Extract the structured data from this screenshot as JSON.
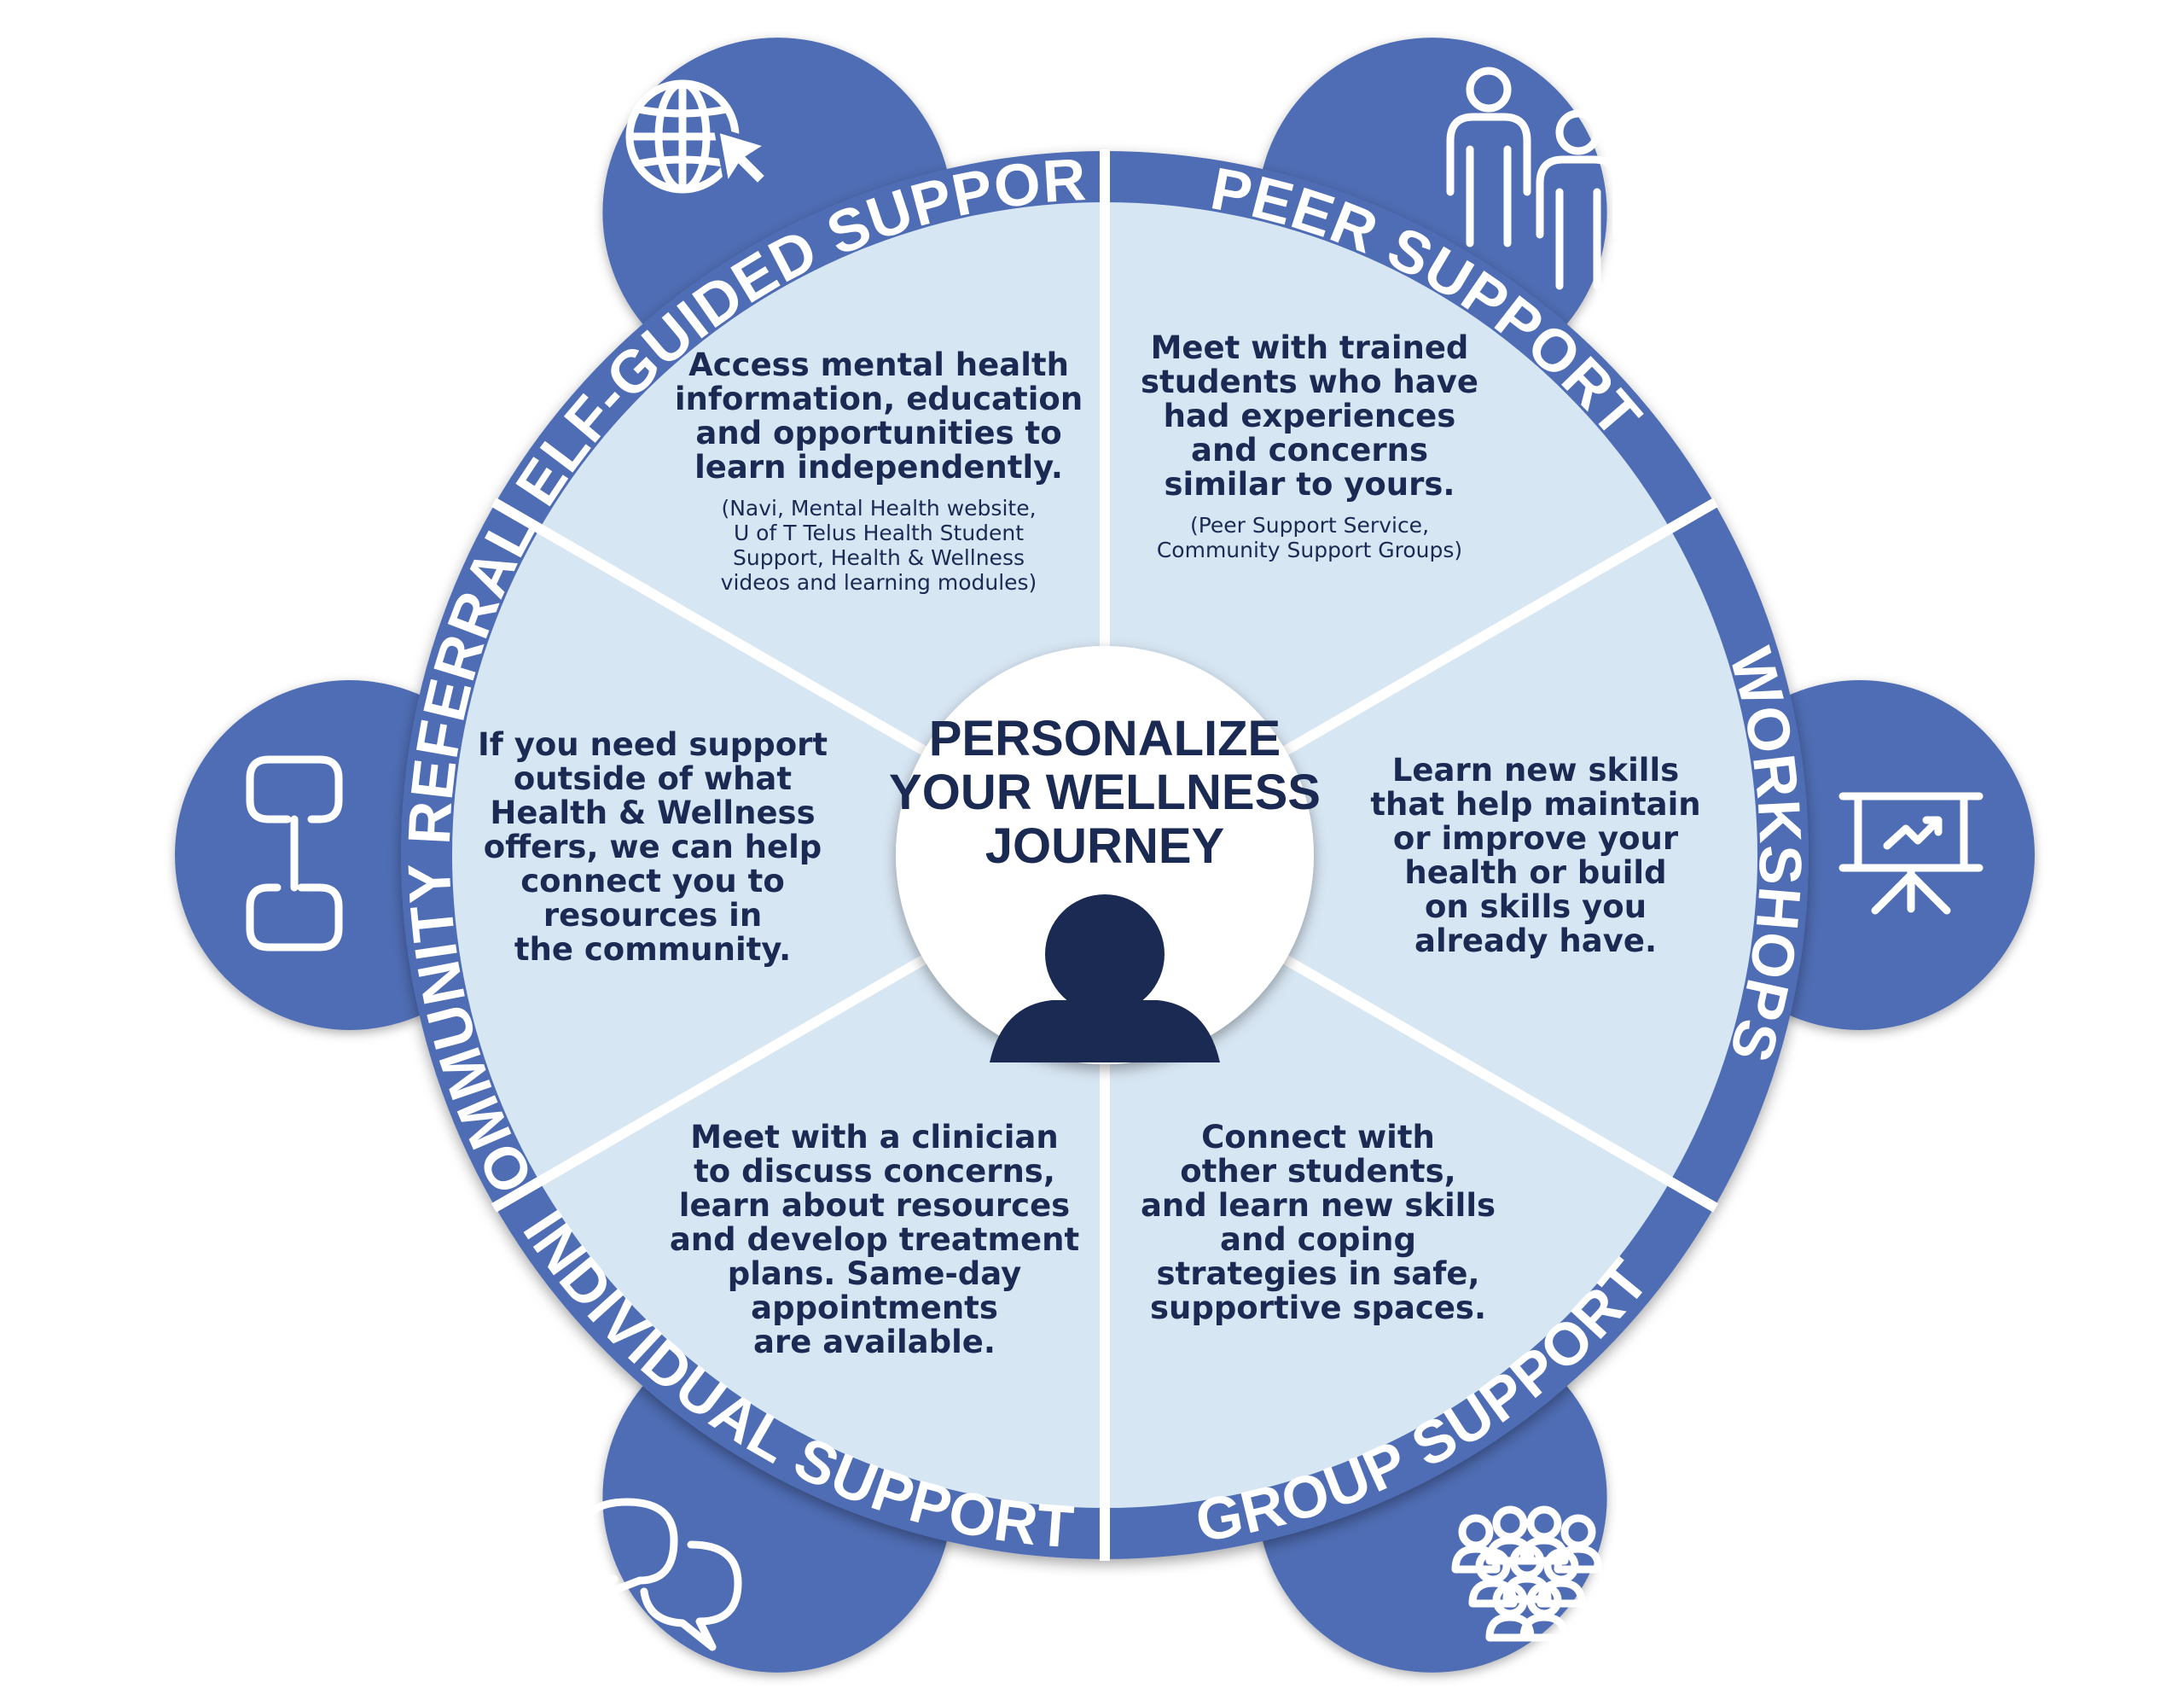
{
  "colors": {
    "ring": "#4f6db4",
    "segment_fill": "#d7e6f3",
    "dark_navy": "#1a2a52",
    "white": "#ffffff"
  },
  "center": {
    "title_lines": [
      "PERSONALIZE",
      "YOUR WELLNESS",
      "JOURNEY"
    ],
    "icon": "person-icon"
  },
  "segments": [
    {
      "id": "self-guided",
      "title": "SELF-GUIDED SUPPORT",
      "icon": "globe-cursor-icon",
      "description_lines": [
        "Access mental health",
        "information, education",
        "and opportunities to",
        "learn independently."
      ],
      "note_lines": [
        "(Navi, Mental Health website,",
        "U of T Telus Health Student",
        "Support, Health & Wellness",
        "videos and learning modules)"
      ]
    },
    {
      "id": "peer",
      "title": "PEER SUPPORT",
      "icon": "two-people-icon",
      "description_lines": [
        "Meet with trained",
        "students who have",
        "had experiences",
        "and concerns",
        "similar to yours."
      ],
      "note_lines": [
        "(Peer Support Service,",
        "Community Support Groups)"
      ]
    },
    {
      "id": "workshops",
      "title": "WORKSHOPS",
      "icon": "presentation-board-icon",
      "description_lines": [
        "Learn new skills",
        "that help maintain",
        "or improve your",
        "health or build",
        "on skills you",
        "already have."
      ],
      "note_lines": []
    },
    {
      "id": "group",
      "title": "GROUP SUPPORT",
      "icon": "group-people-icon",
      "description_lines": [
        "Connect with",
        "other students,",
        "and learn new skills",
        "and coping",
        "strategies in safe,",
        "supportive spaces."
      ],
      "note_lines": []
    },
    {
      "id": "individual",
      "title": "INDIVIDUAL SUPPORT",
      "icon": "speech-bubbles-icon",
      "description_lines": [
        "Meet with a clinician",
        "to discuss concerns,",
        "learn about resources",
        "and develop treatment",
        "plans. Same-day",
        "appointments",
        "are available."
      ],
      "note_lines": []
    },
    {
      "id": "community",
      "title": "COMMUNITY REFERRALS",
      "icon": "chain-link-icon",
      "description_lines": [
        "If you need support",
        "outside of what",
        "Health & Wellness",
        "offers, we can help",
        "connect you to",
        "resources in",
        "the community."
      ],
      "note_lines": []
    }
  ]
}
